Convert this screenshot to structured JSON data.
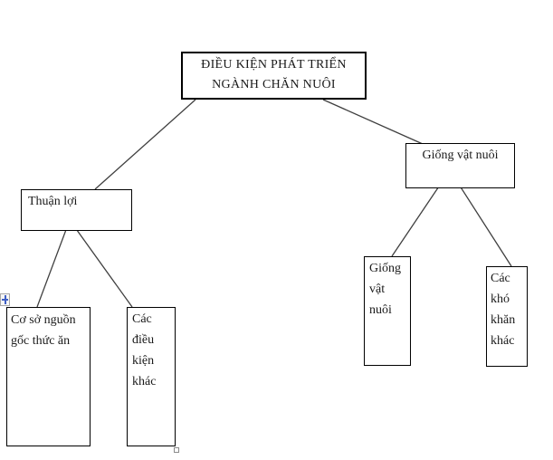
{
  "diagram": {
    "description": "Tree diagram of livestock development conditions",
    "nodes": {
      "root": {
        "lines": [
          "ĐIỀU KIỆN PHÁT TRIỂN",
          "NGÀNH CHĂN NUÔI"
        ]
      },
      "thuan_loi": {
        "label": "Thuận lợi"
      },
      "giong_vat_nuoi": {
        "label": "Giống vật nuôi"
      },
      "co_so_nguon_goc_thuc_an": {
        "label": "Cơ sở nguồn gốc thức ăn"
      },
      "cac_dieu_kien_khac": {
        "label": "Các điều kiện khác"
      },
      "giong_vat_nuoi_nho": {
        "label": "Giống vật nuôi"
      },
      "cac_kho_khan_khac": {
        "label": "Các khó khăn khác"
      }
    }
  },
  "icons": {
    "anchor": "object-anchor-move-icon",
    "resize_handle": "resize-handle"
  },
  "colors": {
    "box_border": "#000000",
    "connector": "#3f3f3f",
    "anchor_blue": "#3f5fc4",
    "handle_border": "#8a8a8a",
    "background": "#ffffff"
  }
}
